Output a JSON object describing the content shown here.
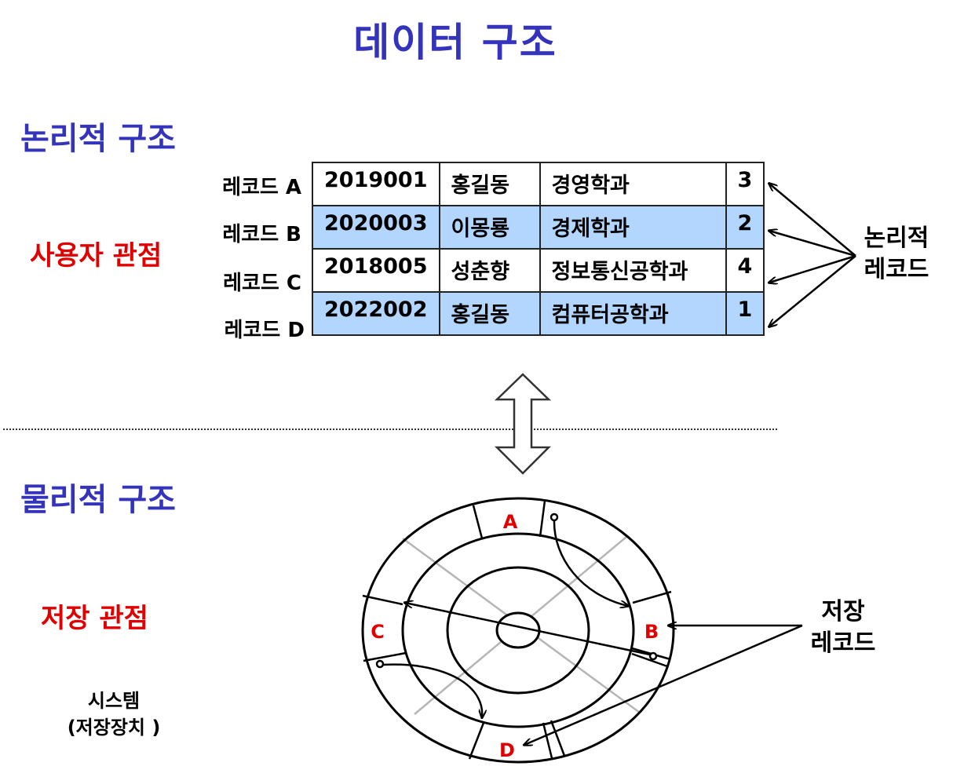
{
  "title": "데이터 구조",
  "logical": {
    "section_title": "논리적 구조",
    "view_label": "사용자 관점",
    "row_labels": [
      "레코드 A",
      "레코드 B",
      "레코드 C",
      "레코드 D"
    ],
    "records": [
      [
        "2019001",
        "홍길동",
        "경영학과",
        "3"
      ],
      [
        "2020003",
        "이몽룡",
        "경제학과",
        "2"
      ],
      [
        "2018005",
        "성춘향",
        "정보통신공학과",
        "4"
      ],
      [
        "2022002",
        "홍길동",
        "컴퓨터공학과",
        "1"
      ]
    ],
    "record_callout": [
      "논리적",
      "레코드"
    ],
    "shade_color": "#b3d6ff"
  },
  "physical": {
    "section_title": "물리적 구조",
    "view_label": "저장 관점",
    "system_label": [
      "시스템",
      "(저장장치 )"
    ],
    "record_callout": [
      "저장",
      "레코드"
    ],
    "sector_labels": [
      "A",
      "B",
      "C",
      "D"
    ]
  },
  "colors": {
    "title": "#3333bb",
    "view": "#e00000"
  }
}
